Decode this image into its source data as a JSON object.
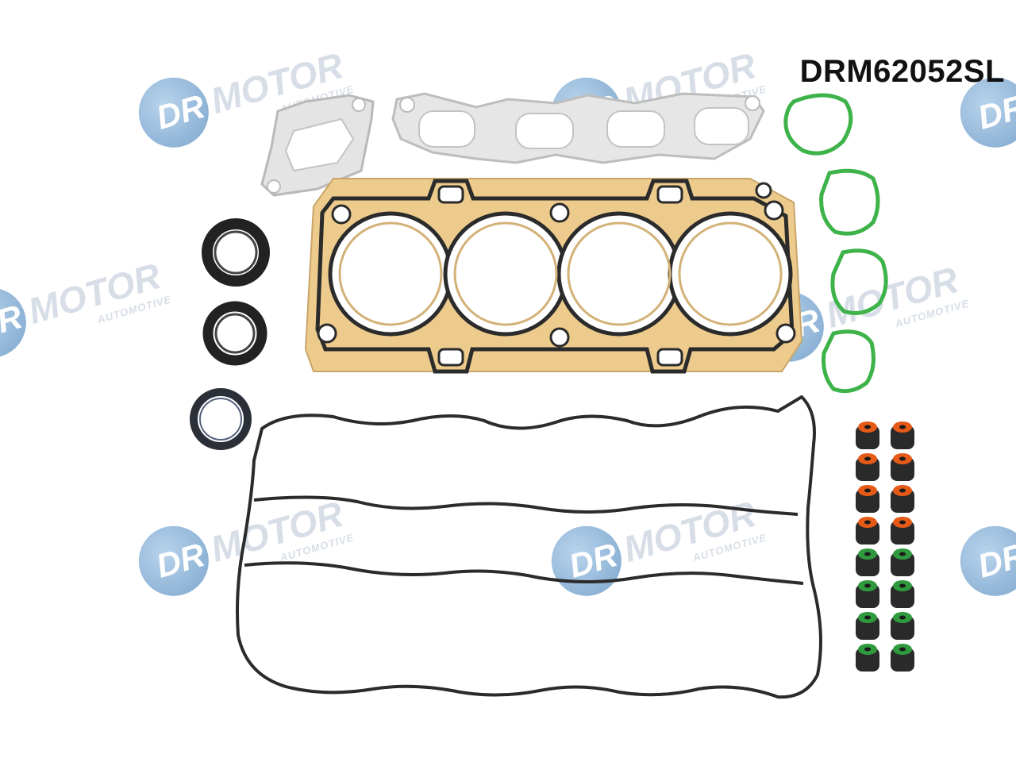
{
  "product_code": "DRM62052SL",
  "watermark": {
    "disc_text": "DR",
    "brand_text": "MOTOR",
    "sub_text": "AUTOMOTIVE",
    "disc_color": "#2a6fb0",
    "text_color": "#b7c4d3"
  },
  "colors": {
    "gasket_gold": "#e9c98a",
    "gasket_steel": "#dcdcdc",
    "rubber_dark": "#2b2b2b",
    "seal_green": "#3db34a",
    "seal_orange": "#e65a18",
    "seal_green_stem": "#2f9a3d"
  }
}
